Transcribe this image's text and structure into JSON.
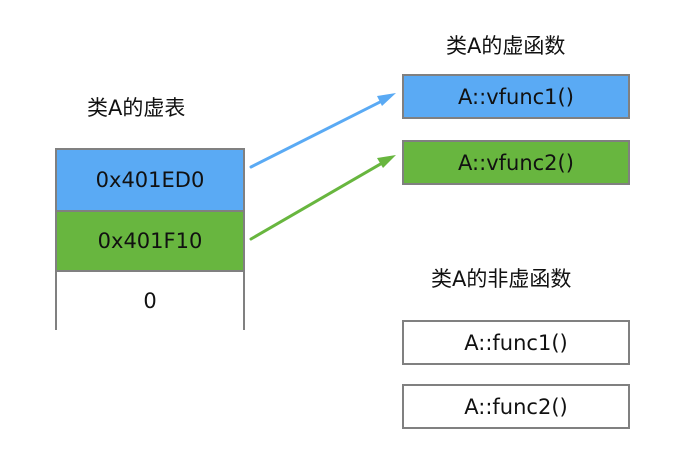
{
  "titles": {
    "vtable": "类A的虚表",
    "virtual_functions": "类A的虚函数",
    "non_virtual_functions": "类A的非虚函数"
  },
  "vtable": {
    "entries": [
      {
        "text": "0x401ED0",
        "color": "#5aaaf4"
      },
      {
        "text": "0x401F10",
        "color": "#68b63f"
      },
      {
        "text": "0",
        "color": "#ffffff"
      }
    ]
  },
  "virtual_functions": [
    {
      "text": "A::vfunc1()",
      "color": "#5aaaf4"
    },
    {
      "text": "A::vfunc2()",
      "color": "#68b63f"
    }
  ],
  "non_virtual_functions": [
    {
      "text": "A::func1()"
    },
    {
      "text": "A::func2()"
    }
  ],
  "arrow_colors": {
    "to_vfunc1": "#5aaaf4",
    "to_vfunc2": "#68b63f"
  }
}
